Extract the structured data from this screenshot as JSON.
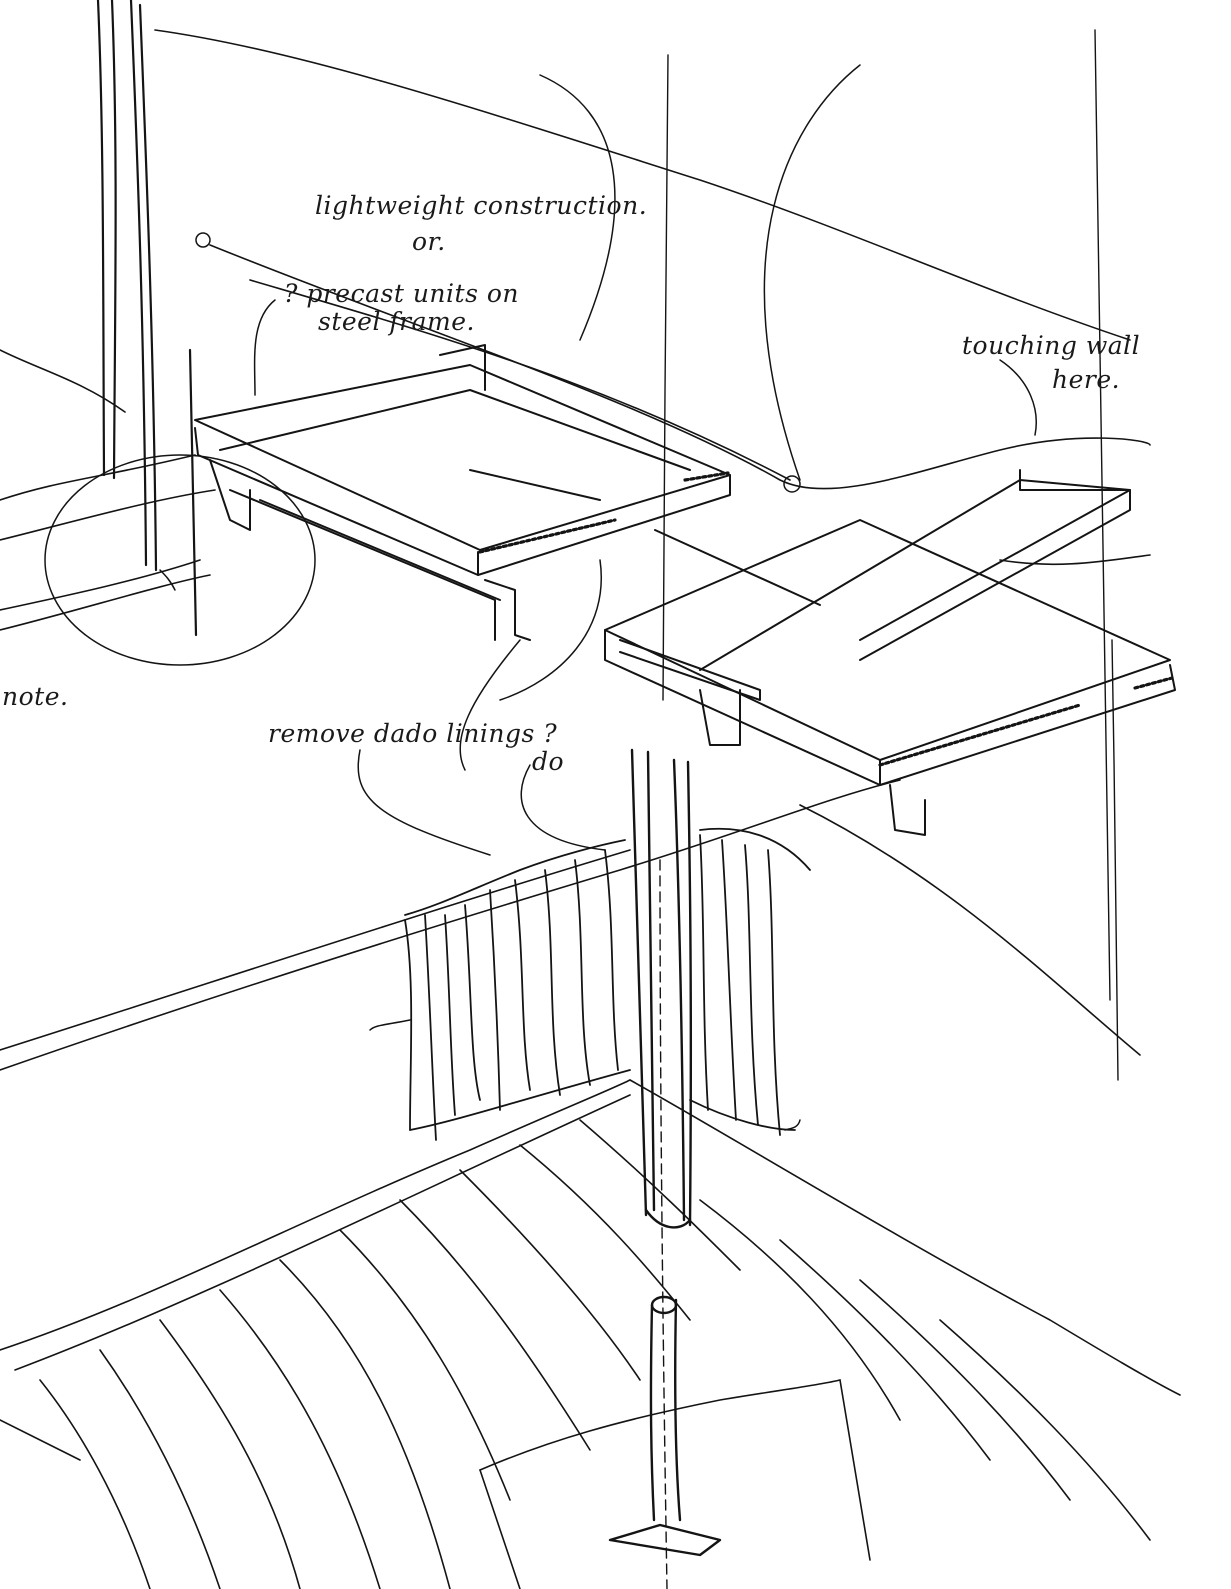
{
  "annotations": {
    "lightweight": "lightweight construction.",
    "or": "or.",
    "precast_line1": "? precast units on",
    "precast_line2": "steel frame.",
    "touching_line1": "touching wall",
    "touching_line2": "here.",
    "dado": "remove dado linings ?",
    "ditto": "do",
    "note": "note."
  },
  "colors": {
    "ink": "#141414",
    "paper": "#ffffff"
  }
}
